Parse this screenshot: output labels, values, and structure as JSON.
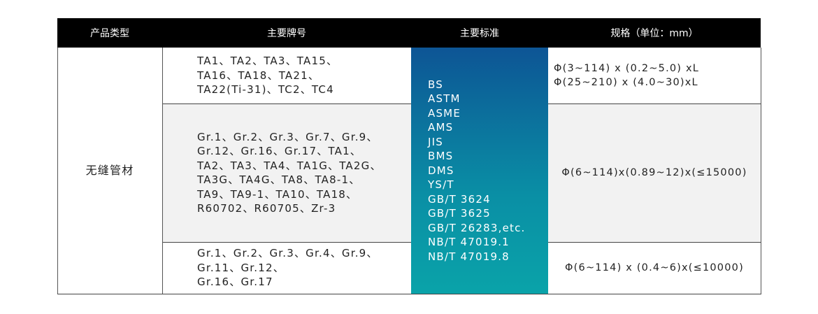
{
  "header": {
    "type": "产品类型",
    "grade": "主要牌号",
    "standard": "主要标准",
    "spec": "规格（单位：mm）"
  },
  "product_type": "无缝管材",
  "standards": "BS\nASTM\nASME\nAMS\nJIS\nBMS\nDMS\nYS/T\nGB/T 3624\nGB/T 3625\nGB/T 26283,etc.\nNB/T 47019.1\nNB/T 47019.8",
  "rows": [
    {
      "grades": "TA1、TA2、TA3、TA15、\nTA16、TA18、TA21、\nTA22(Ti-31)、TC2、TC4",
      "spec": "Φ(3~114) x (0.2~5.0) xL\nΦ(25~210) x (4.0~30)xL"
    },
    {
      "grades": "Gr.1、Gr.2、Gr.3、Gr.7、Gr.9、\nGr.12、Gr.16、Gr.17、TA1、\nTA2、TA3、TA4、TA1G、TA2G、\nTA3G、TA4G、TA8、TA8-1、\nTA9、TA9-1、TA10、TA18、\nR60702、R60705、Zr-3",
      "spec": "Φ(6~114)x(0.89~12)x(≤15000)"
    },
    {
      "grades": "Gr.1、Gr.2、Gr.3、Gr.4、Gr.9、\nGr.11、Gr.12、\nGr.16、Gr.17",
      "spec": "Φ(6~114) x (0.4~6)x(≤10000)"
    }
  ],
  "colors": {
    "gradient_top": "#0d5595",
    "gradient_bottom": "#0aa3a9",
    "row_alt": "#f2f2f2"
  }
}
